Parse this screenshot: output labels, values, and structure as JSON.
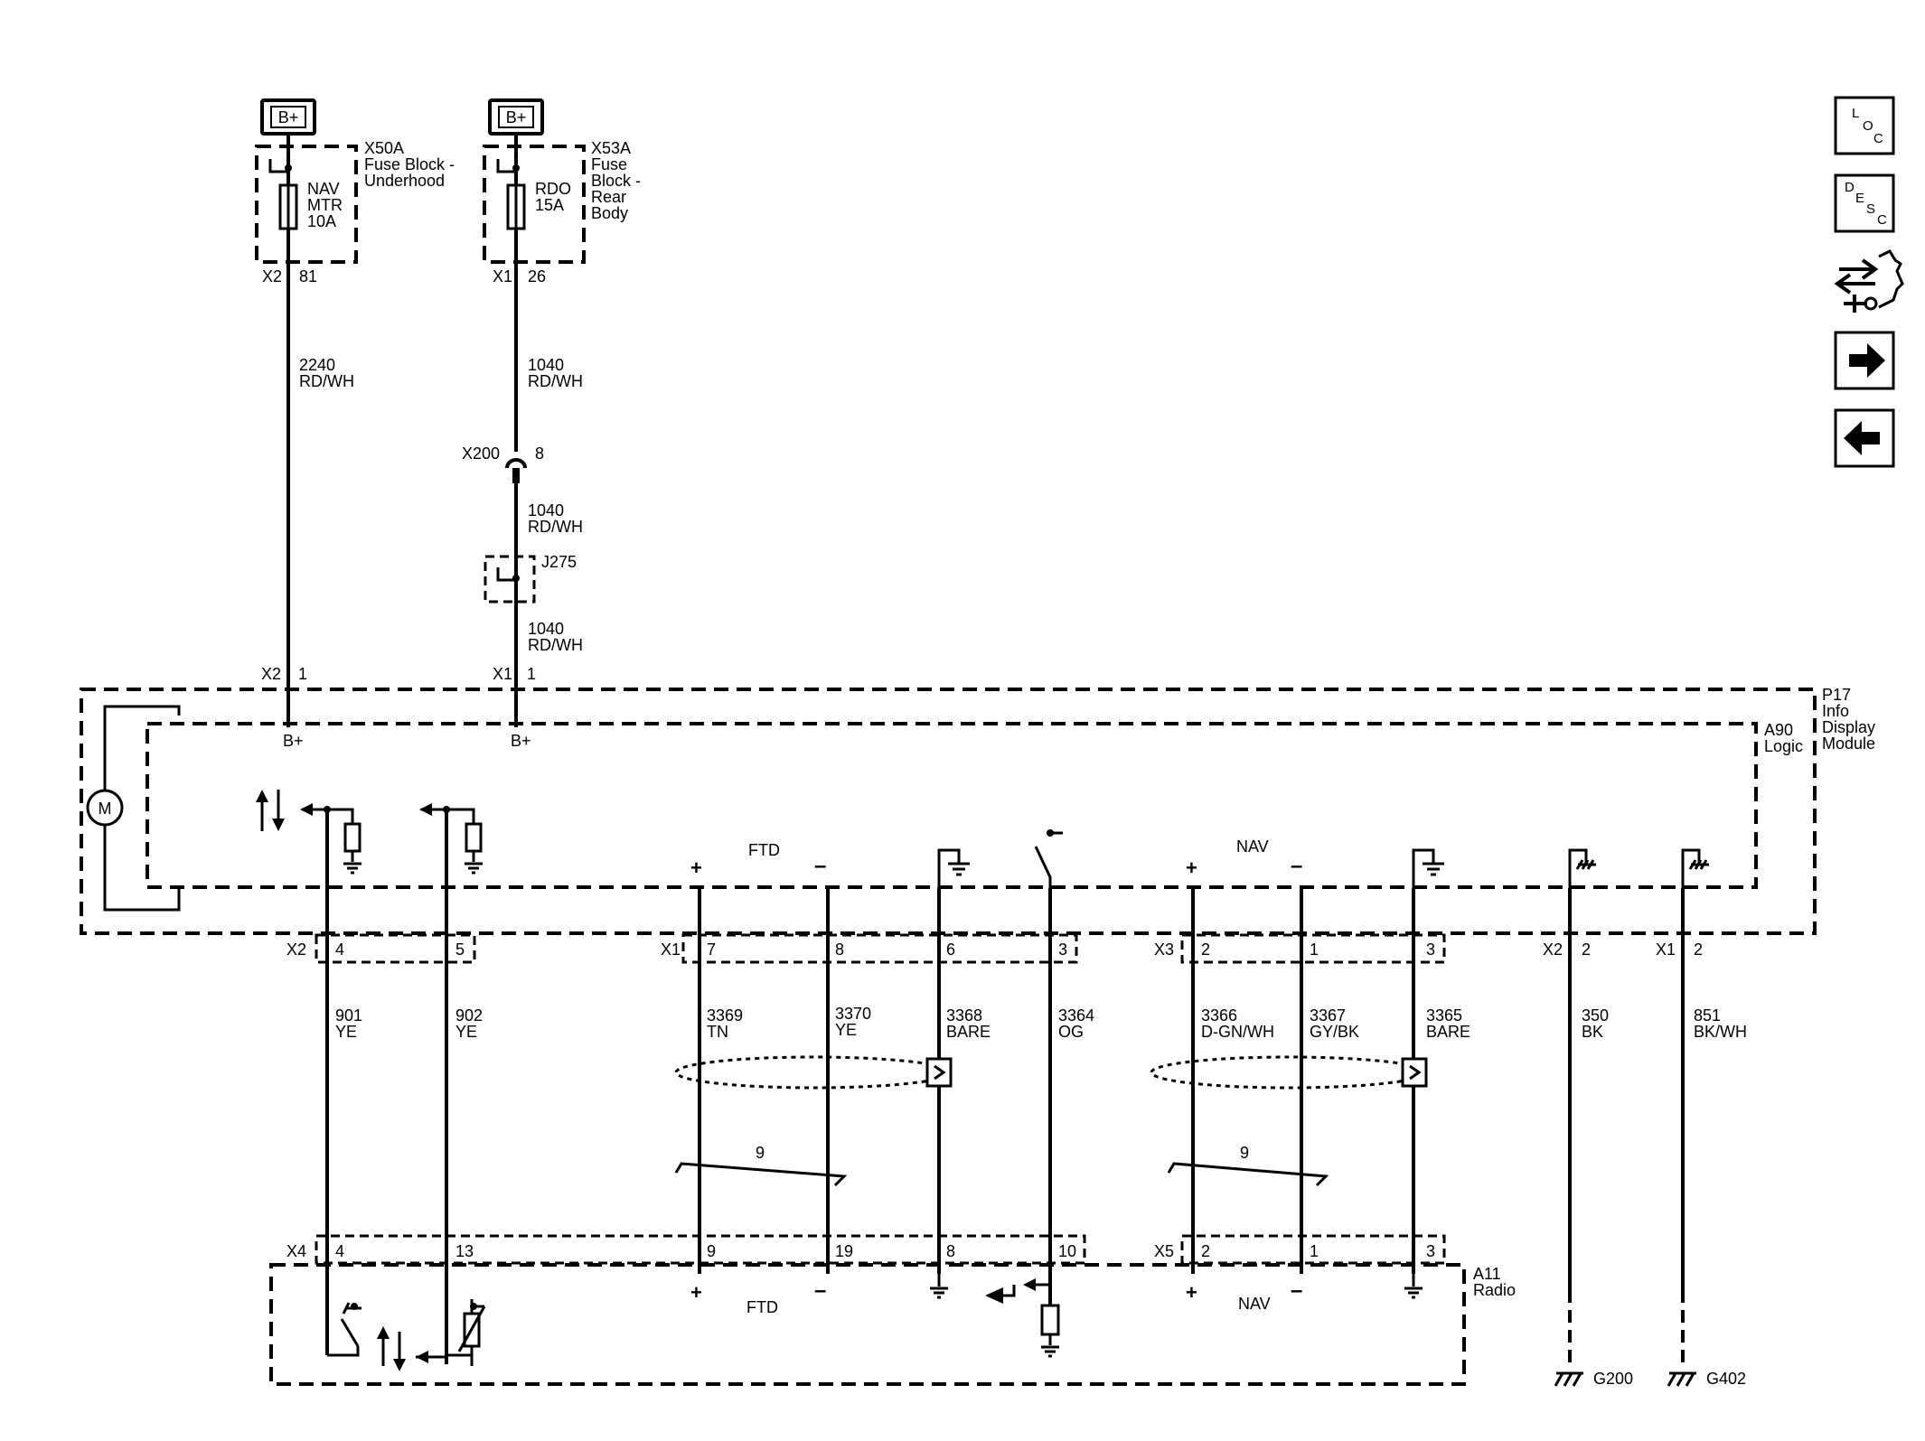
{
  "power": [
    {
      "label": "B+",
      "fuse_block": "X50A\nFuse Block -\nUnderhood",
      "fuse_name": "NAV\nMTR\n10A",
      "conn": "X2",
      "pin": "81",
      "wire": "2240\nRD/WH"
    },
    {
      "label": "B+",
      "fuse_block": "X53A\nFuse\nBlock -\nRear\nBody",
      "fuse_name": "RDO\n15A",
      "conn": "X1",
      "pin": "26",
      "wire": "1040\nRD/WH"
    }
  ],
  "inline_connector": {
    "name": "X200",
    "pin": "8",
    "wire_below": "1040\nRD/WH",
    "wire_after_splice": "1040\nRD/WH"
  },
  "splice": "J275",
  "module": {
    "outer": "P17\nInfo\nDisplay\nModule",
    "inner": "A90\nLogic",
    "motor": "M",
    "power_pins": [
      {
        "conn": "X2",
        "pin": "1",
        "label": "B+"
      },
      {
        "conn": "X1",
        "pin": "1",
        "label": "B+"
      }
    ],
    "ftd_label": "FTD",
    "nav_label": "NAV"
  },
  "connectors_top": [
    {
      "name": "X2",
      "pins": [
        "4",
        "5"
      ]
    },
    {
      "name": "X1",
      "pins": [
        "7",
        "8",
        "6",
        "3"
      ]
    },
    {
      "name": "X3",
      "pins": [
        "2",
        "1",
        "3"
      ]
    },
    {
      "name": "X2",
      "pins": [
        "2"
      ]
    },
    {
      "name": "X1",
      "pins": [
        "2"
      ]
    }
  ],
  "wires": [
    "901\nYE",
    "902\nYE",
    "3369\nTN",
    "3370\nYE",
    "3368\nBARE",
    "3364\nOG",
    "3366\nD-GN/WH",
    "3367\nGY/BK",
    "3365\nBARE",
    "350\nBK",
    "851\nBK/WH"
  ],
  "twist_labels": [
    "9",
    "9"
  ],
  "radio": {
    "name": "A11\nRadio",
    "ftd_label": "FTD",
    "nav_label": "NAV",
    "connectors": [
      {
        "name": "X4",
        "pins": [
          "4",
          "13",
          "9",
          "19",
          "8",
          "10"
        ]
      },
      {
        "name": "X5",
        "pins": [
          "2",
          "1",
          "3"
        ]
      }
    ]
  },
  "grounds": [
    "G200",
    "G402"
  ],
  "nav_buttons": [
    {
      "name": "loc",
      "letters": [
        "L",
        "O",
        "C"
      ]
    },
    {
      "name": "desc",
      "letters": [
        "D",
        "E",
        "S",
        "C"
      ]
    }
  ]
}
